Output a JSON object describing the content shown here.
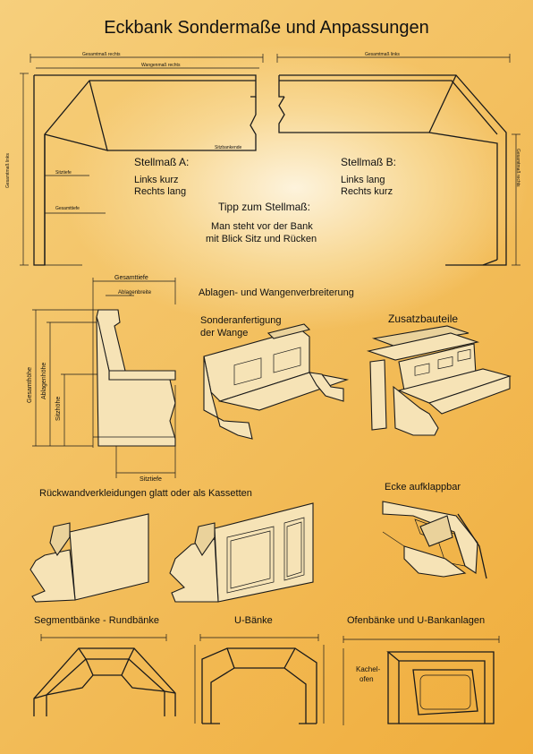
{
  "title": "Eckbank Sondermaße und Anpassungen",
  "top": {
    "gesamtmass_rechts": "Gesamtmaß rechts",
    "wangenmass_rechts": "Wangenmaß rechts",
    "gesamtmass_links_top": "Gesamtmaß links",
    "gesamtmass_links_side": "Gesamtmaß links",
    "gesamtmass_rechts_side": "Gesamtmaß rechts",
    "sitztiefe": "Sitztiefe",
    "gesamttiefe": "Gesamttiefe",
    "sitzbankende": "Sitzbankende",
    "stellmass_a": {
      "heading": "Stellmaß A:",
      "line1": "Links kurz",
      "line2": "Rechts lang"
    },
    "stellmass_b": {
      "heading": "Stellmaß B:",
      "line1": "Links lang",
      "line2": "Rechts kurz"
    },
    "tipp": {
      "heading": "Tipp zum Stellmaß:",
      "line1": "Man steht vor der Bank",
      "line2": "mit Blick Sitz und Rücken"
    }
  },
  "middle": {
    "gesamttiefe": "Gesamttiefe",
    "ablagenbreite": "Ablagenbreite",
    "gesamthoehe": "Gesamthöhe",
    "ablagenhoehe": "Ablagenhöhe",
    "sitzhoehe": "Sitzhöhe",
    "sitztiefe": "Sitztiefe",
    "ablagen_heading": "Ablagen- und Wangenverbreiterung",
    "sonder_line1": "Sonderanfertigung",
    "sonder_line2": "der Wange",
    "zusatz": "Zusatzbauteile"
  },
  "lower": {
    "rueckwand": "Rückwandverkleidungen glatt oder als Kassetten",
    "ecke": "Ecke aufklappbar"
  },
  "bottom": {
    "segment": "Segmentbänke - Rundbänke",
    "ubaenke": "U-Bänke",
    "ofen": "Ofenbänke und U-Bankanlagen",
    "kachel_line1": "Kachel-",
    "kachel_line2": "ofen"
  }
}
